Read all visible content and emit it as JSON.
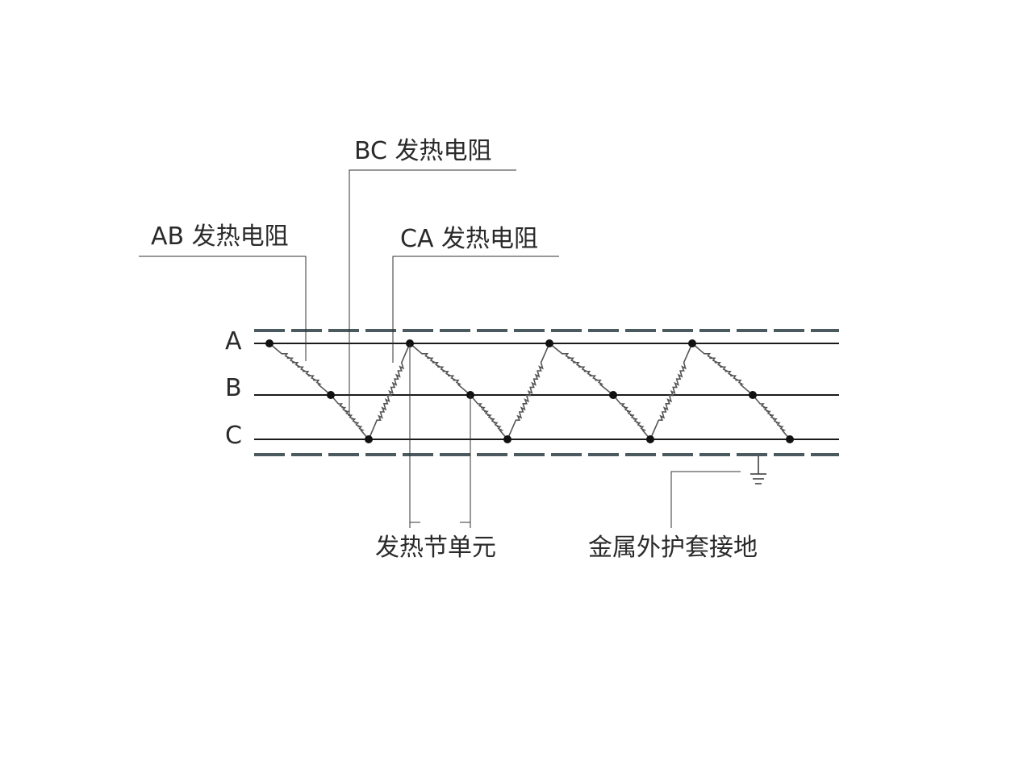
{
  "labels": {
    "ab_resistor": "AB 发热电阻",
    "bc_resistor": "BC 发热电阻",
    "ca_resistor": "CA 发热电阻",
    "heating_unit": "发热节单元",
    "sheath_ground": "金属外护套接地"
  },
  "phases": [
    "A",
    "B",
    "C"
  ],
  "colors": {
    "line": "#1a1a1a",
    "sheath": "#4a5a5e",
    "resistor": "#555555",
    "leader": "#333333"
  }
}
